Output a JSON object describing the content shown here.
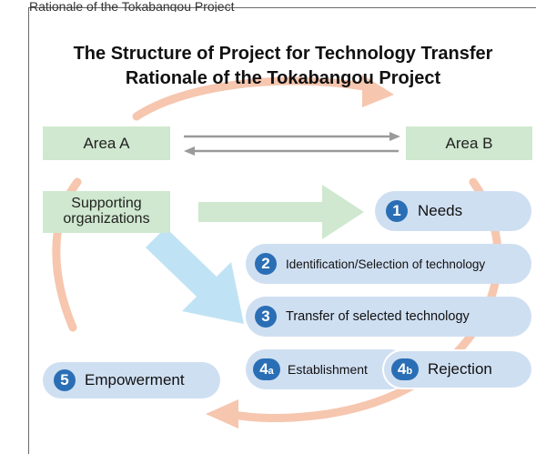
{
  "header_fragment": "Rationale of the Tokabangou Project",
  "title": {
    "line1": "The Structure of Project for Technology Transfer",
    "line2": "Rationale of the Tokabangou Project"
  },
  "areas": {
    "a": "Area A",
    "b": "Area B"
  },
  "supporting": {
    "line1": "Supporting",
    "line2": "organizations"
  },
  "steps": [
    {
      "num": "1",
      "label": "Needs"
    },
    {
      "num": "2",
      "label": "Identification/Selection of technology"
    },
    {
      "num": "3",
      "label": "Transfer of selected technology"
    },
    {
      "num": "4",
      "sub": "a",
      "label": "Establishment"
    },
    {
      "num": "4",
      "sub": "b",
      "label": "Rejection"
    },
    {
      "num": "5",
      "label": "Empowerment"
    }
  ],
  "colors": {
    "green_box": "#cfe8cf",
    "blue_pill": "#cfdff2",
    "number_circle": "#2a6fb5",
    "cycle_arrow": "#f6c6ae",
    "green_arrow": "#cfe8cf",
    "blue_arrow": "#bfe3f4",
    "grey_arrow": "#9a9a9a"
  }
}
